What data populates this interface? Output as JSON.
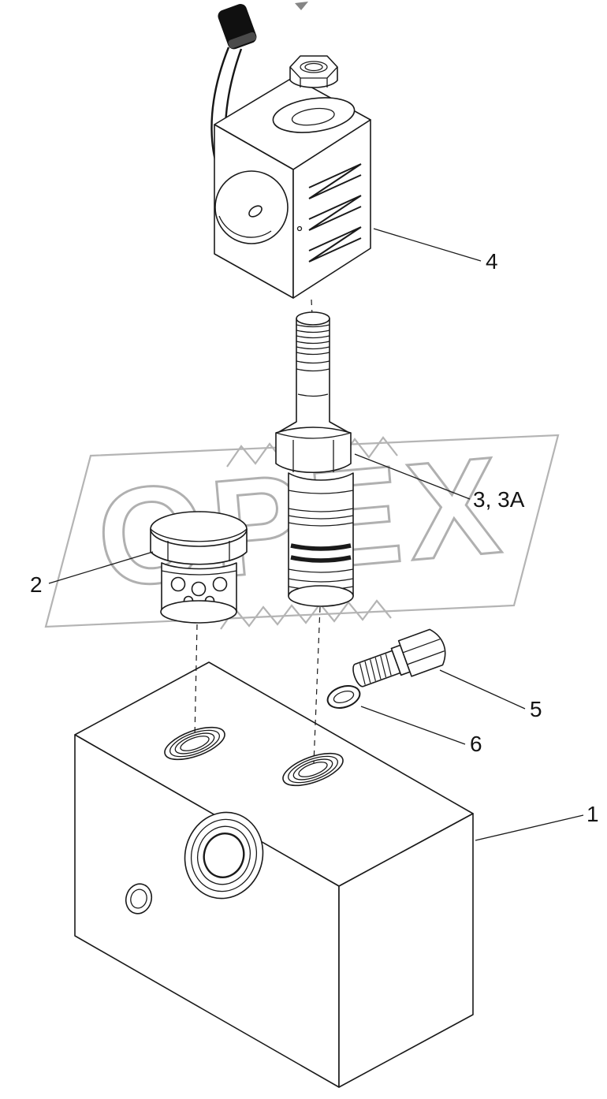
{
  "diagram": {
    "watermark": "OPEX",
    "labels": {
      "part1": "1",
      "part2": "2",
      "part3": "3, 3A",
      "part4": "4",
      "part5": "5",
      "part6": "6"
    }
  }
}
